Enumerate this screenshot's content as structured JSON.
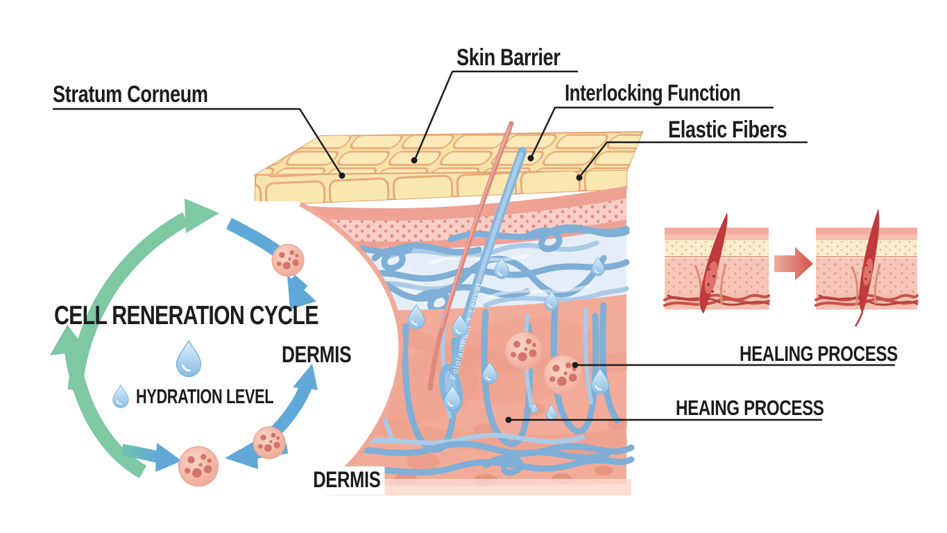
{
  "diagram": {
    "type": "skin-anatomy-infographic",
    "labels": {
      "skin_barrier": "Skin Barrier",
      "stratum_corneum": "Stratum Corneum",
      "interlocking_function": "Interlocking Function",
      "elastic_fibers": "Elastic Fibers",
      "healing_process_upper": "HEALING PROCESS",
      "healing_process_lower": "HEAING PROCESS",
      "dermis_side": "DERMIS",
      "dermis_bottom": "DERMIS"
    },
    "cycle": {
      "title": "CELL RENERATION CYCLE",
      "hydration_label": "HYDRATION LEVEL"
    },
    "follicle_text": "Fololamnani + Leuval",
    "icons": [
      "water-drop-icon",
      "skin-cell-icon",
      "green-cycle-arrow-icon",
      "blue-cycle-arrow-icon",
      "healing-arrow-icon"
    ],
    "colors": {
      "ink": "#1c1c1c",
      "brick": "#FAE7B0",
      "brickTop": "#F7E2A8",
      "brickStroke": "#E8AA7A",
      "bandPink": "#EFA294",
      "dotBand": "#F8CEC5",
      "dotFill": "#DF9089",
      "lavender": "#E4EDF8",
      "fiber": "#7FAFD6",
      "fiberLight": "#A9CBE8",
      "dermis": "#F3AB99",
      "dermisBlob": "#E69480",
      "dermisDeep": "#DC8770",
      "hairRed": "#DC8A80",
      "follicleBlue": "#84B5DC",
      "follicleLight": "#A9CDE9",
      "dropLight": "#DFF0FB",
      "dropDark": "#85BAE4",
      "cellFill": "#F4BCAC",
      "cellDot": "#D4756B",
      "cellEdge": "#EDA794",
      "green": "#7EC8A4",
      "blue": "#5FA8D8",
      "teal": "#6FC4AE",
      "wound": "#C0393B",
      "woundLight": "#E0716A",
      "insetFiber": "#C6524B",
      "insetSkin": "#F7C6B8",
      "insetCream": "#F9EDCB",
      "fadePink": "#FAD9CE",
      "rimPink": "#EFA795"
    }
  }
}
